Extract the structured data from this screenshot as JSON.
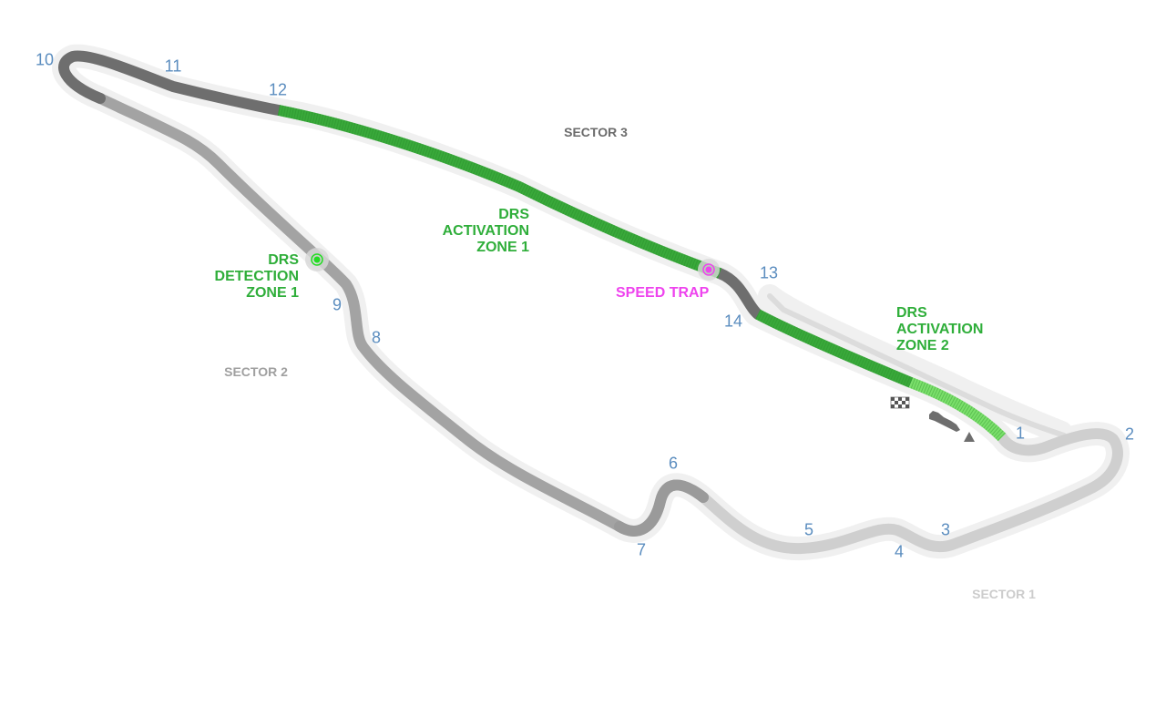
{
  "map": {
    "colors": {
      "sector1": "#cfcfcf",
      "sector2": "#a3a3a3",
      "sector3": "#6e6e6e",
      "drs_zone": "#39a93a",
      "drs_zone_light": "#7be06b",
      "pit_lane": "#dcdcdc",
      "turn_number": "#5b8dbf",
      "speed_trap": "#ee44ee",
      "drs_label": "#2fae3a"
    },
    "sectors": [
      {
        "id": "sector1",
        "label": "SECTOR 1",
        "color": "#cccccc"
      },
      {
        "id": "sector2",
        "label": "SECTOR 2",
        "color": "#a0a0a0"
      },
      {
        "id": "sector3",
        "label": "SECTOR 3",
        "color": "#6b6b6b"
      }
    ],
    "turns": [
      "1",
      "2",
      "3",
      "4",
      "5",
      "6",
      "7",
      "8",
      "9",
      "10",
      "11",
      "12",
      "13",
      "14"
    ],
    "drs_detection_1": "DRS\nDETECTION\nZONE 1",
    "drs_activation_1": "DRS\nACTIVATION\nZONE 1",
    "drs_activation_2": "DRS\nACTIVATION\nZONE 2",
    "speed_trap": "SPEED TRAP",
    "icons": {
      "start_finish": "checkered-flag-icon",
      "car": "race-car-icon",
      "direction": "direction-arrow-icon"
    }
  }
}
